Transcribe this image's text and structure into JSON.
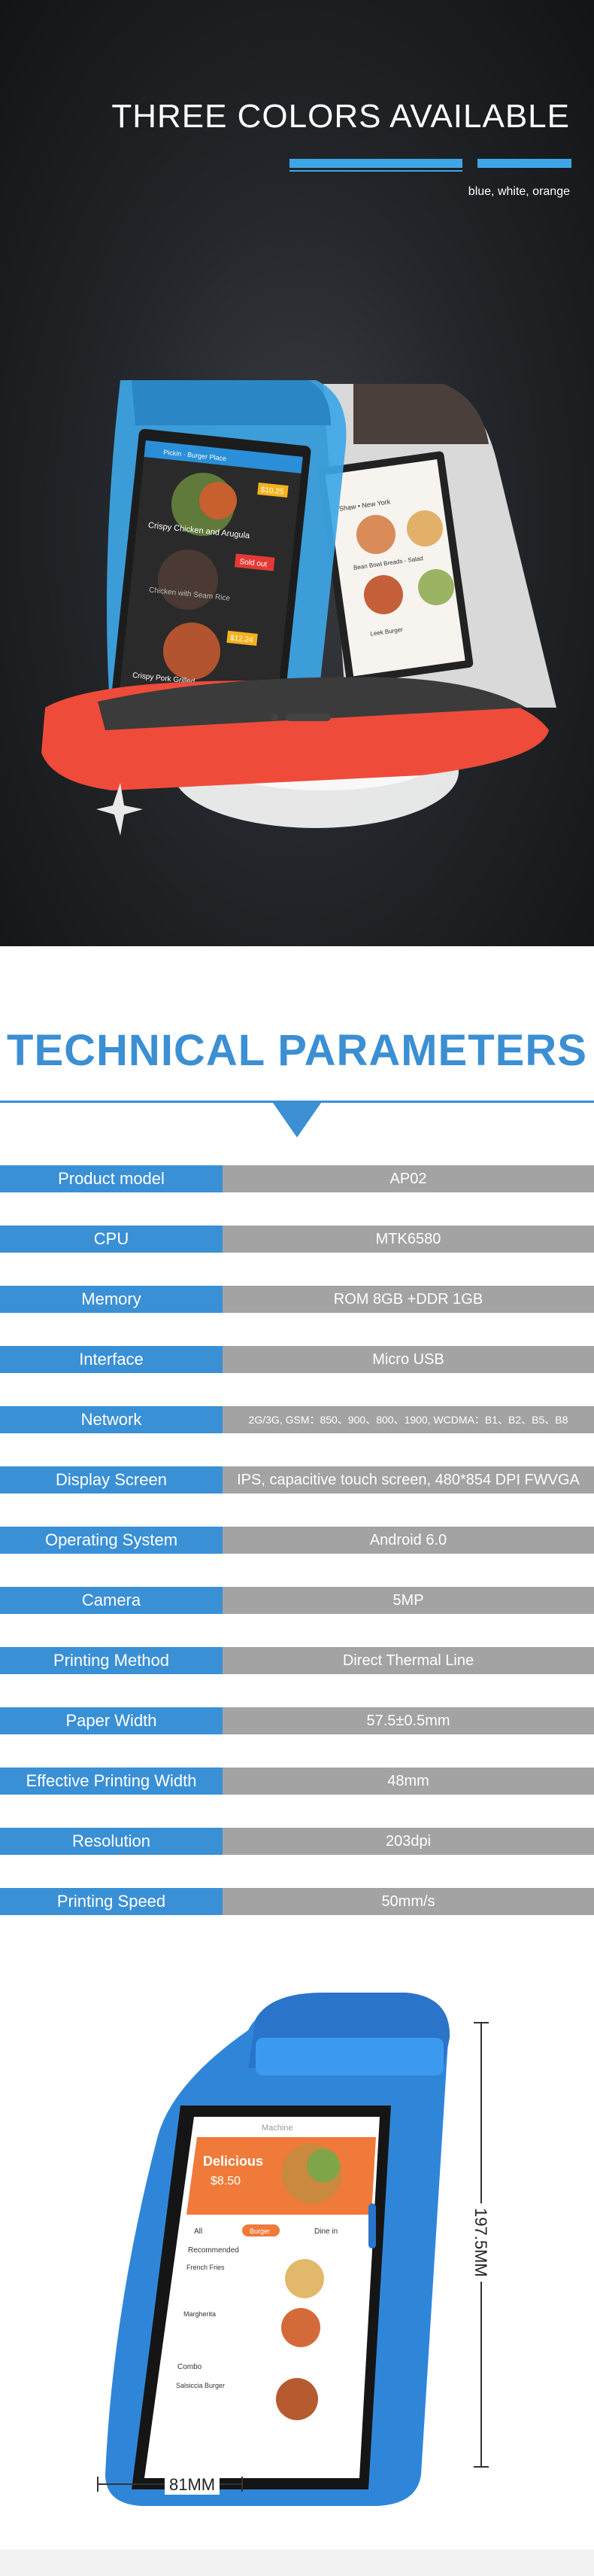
{
  "hero": {
    "title": "THREE COLORS AVAILABLE",
    "subtitle": "blue, white, orange",
    "accent_color": "#3ea6e6"
  },
  "screen1": {
    "header": "Pickin · Burger Place",
    "items": [
      {
        "name": "Crispy Chicken and Arugula",
        "price": "$10.25"
      },
      {
        "name": "Chicken with Seam Rice",
        "badge": "Sold out"
      },
      {
        "name": "Crispy Pork Grilled",
        "price": "$12.24"
      }
    ]
  },
  "screen2": {
    "header": "Shaw • New York",
    "items": [
      "Bean Bowl Breads - Salad",
      "Leek Burger"
    ]
  },
  "technical": {
    "title": "TECHNICAL PARAMETERS",
    "label_color": "#3a90d5",
    "value_color": "#a3a3a3",
    "rows": [
      {
        "label": "Product   model",
        "value": "AP02"
      },
      {
        "label": "CPU",
        "value": "MTK6580"
      },
      {
        "label": "Memory",
        "value": "ROM 8GB +DDR 1GB"
      },
      {
        "label": "Interface",
        "value": "Micro USB"
      },
      {
        "label": "Network",
        "value": "2G/3G, GSM：850、900、800、1900, WCDMA：B1、B2、B5、B8"
      },
      {
        "label": "Display Screen",
        "value": "IPS, capacitive touch screen, 480*854 DPI FWVGA"
      },
      {
        "label": "Operating System",
        "value": "Android 6.0"
      },
      {
        "label": "Camera",
        "value": "5MP"
      },
      {
        "label": "Printing Method",
        "value": "Direct Thermal Line"
      },
      {
        "label": "Paper Width",
        "value": "57.5±0.5mm"
      },
      {
        "label": "Effective Printing Width",
        "value": "48mm"
      },
      {
        "label": "Resolution",
        "value": "203dpi"
      },
      {
        "label": "Printing Speed",
        "value": "50mm/s"
      }
    ]
  },
  "dimensions": {
    "width": "81MM",
    "height": "197.5MM",
    "screen": {
      "brand": "Machine",
      "promo_title": "Delicious",
      "promo_price": "$8.50",
      "tabs": [
        "All",
        "Burger",
        "Dine in"
      ],
      "section1": "Recommended",
      "items1": [
        "French Fries",
        "Margherita"
      ],
      "section2": "Combo",
      "items2": [
        "Salsiccia Burger"
      ]
    }
  }
}
